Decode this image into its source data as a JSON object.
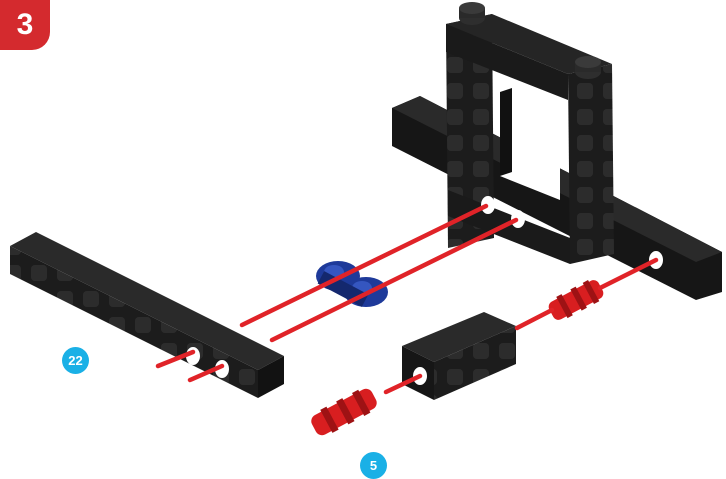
{
  "step": {
    "number": "3"
  },
  "callouts": {
    "left_count": "22",
    "bottom_count": "5"
  },
  "colors": {
    "step_badge": "#d42a2e",
    "count_badge": "#1ab0e6",
    "guide_line": "#e02328",
    "brick_black": "#1c1c1c",
    "connector_blue": "#1e3a9a",
    "connector_red": "#d81e20"
  },
  "icons": [
    "lego-frame-icon",
    "lego-beam-icon",
    "lego-connector-icon",
    "lego-axle-pin-icon"
  ]
}
